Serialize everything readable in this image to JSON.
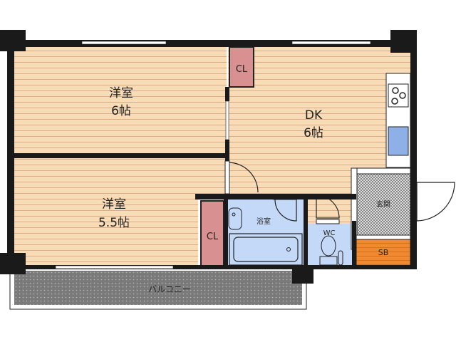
{
  "rooms": {
    "western_6": {
      "name": "洋室",
      "size": "6帖"
    },
    "western_55": {
      "name": "洋室",
      "size": "5.5帖"
    },
    "dk": {
      "name": "DK",
      "size": "6帖"
    },
    "closet_top": "CL",
    "closet_bottom": "CL",
    "bath": "浴室",
    "wc": "WC",
    "genkan": "玄関",
    "shoebox": "SB",
    "balcony": "バルコニー"
  },
  "colors": {
    "floor": "#f8dcb8",
    "floor_line": "#e8a878",
    "closet": "#d89090",
    "wet": "#c4d8f8",
    "shoebox": "#f08a30",
    "wall": "#1a1a1a"
  }
}
